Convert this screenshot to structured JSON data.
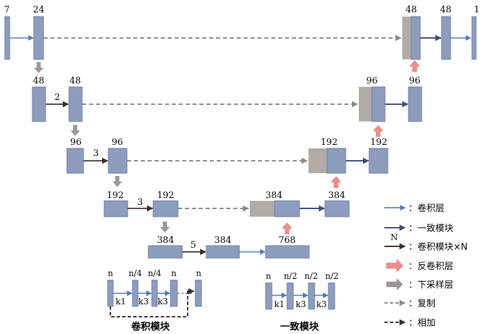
{
  "colors": {
    "block": "#8c9dbd",
    "block_stroke": "#6c7ea2",
    "concat": "#b2aca6",
    "arrow_conv": "#4f78c0",
    "arrow_consistent": "#404a78",
    "arrow_convN": "#3a2f2a",
    "arrow_deconv": "#ee8e8c",
    "arrow_downsample": "#9e9796",
    "arrow_copy": "#8e8888",
    "arrow_add": "#3a2f2a"
  },
  "channel_labels": {
    "l1_in": "7",
    "l1_a": "24",
    "l1_concat": "48",
    "l1_b": "48",
    "l1_out": "1",
    "l2_a": "48",
    "l2_b": "48",
    "l2_concat": "96",
    "l2_up": "96",
    "l3_a": "96",
    "l3_b": "96",
    "l3_concat": "192",
    "l3_up": "192",
    "l4_a": "192",
    "l4_b": "192",
    "l4_concat": "384",
    "l4_up": "384",
    "l5_a": "384",
    "l5_b": "384",
    "l5_c": "768"
  },
  "repeat_labels": {
    "l2": "2",
    "l3": "3",
    "l4": "3",
    "l5": "5"
  },
  "conv_module": {
    "channels": [
      "n",
      "n/4",
      "n/4",
      "n",
      "n"
    ],
    "kernels": [
      "k1",
      "k3",
      "k3"
    ],
    "title": "卷积模块"
  },
  "consistent_module": {
    "channels": [
      "n",
      "n/2",
      "n/2",
      "n/2"
    ],
    "kernels": [
      "k1",
      "k3",
      "k3"
    ],
    "title": "一致模块"
  },
  "legend": [
    {
      "key": "conv",
      "label": "：卷积层",
      "icon": "blue-arrow"
    },
    {
      "key": "consistent",
      "label": "：一致模块",
      "icon": "navy-arrow"
    },
    {
      "key": "convN",
      "label": "：卷积模块×N",
      "icon": "dark-arrow",
      "superscript": "N"
    },
    {
      "key": "deconv",
      "label": "：反卷积层",
      "icon": "pink-block-arrow"
    },
    {
      "key": "downsample",
      "label": "：下采样层",
      "icon": "gray-block-arrow"
    },
    {
      "key": "copy",
      "label": "：复制",
      "icon": "gray-dashed-arrow"
    },
    {
      "key": "add",
      "label": "：相加",
      "icon": "dark-dashed-arrow"
    }
  ]
}
